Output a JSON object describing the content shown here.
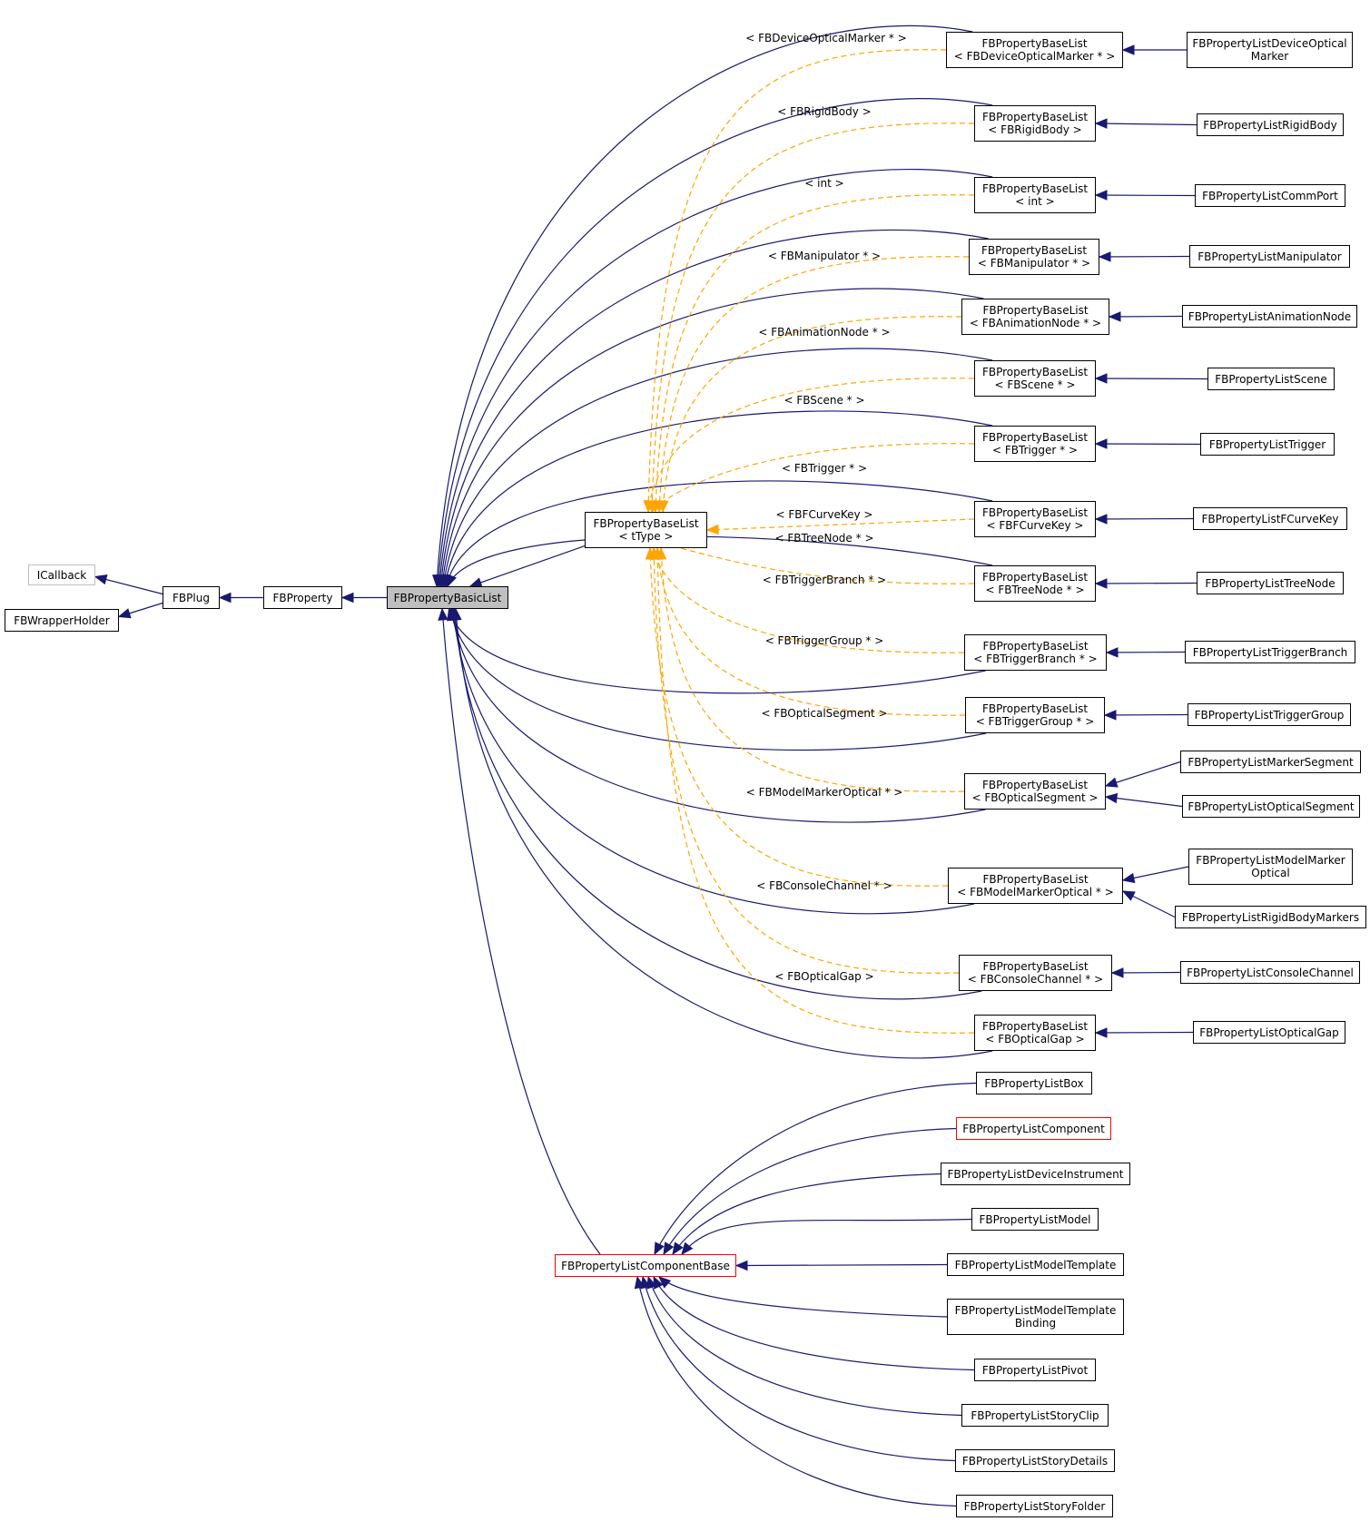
{
  "colors": {
    "inherit": "#191970",
    "template": "#ffa500",
    "red_border": "#ff0000",
    "gray_border": "#bfbfbf",
    "selected_fill": "#bfbfbf"
  },
  "nodes": {
    "icallback": "ICallback",
    "fbwrapperholder": "FBWrapperHolder",
    "fbplug": "FBPlug",
    "fbproperty": "FBProperty",
    "fbpropertybasiclist": "FBPropertyBasicList",
    "basetype": [
      "FBPropertyBaseList",
      "< tType >"
    ],
    "base_deviceopticalmarker": [
      "FBPropertyBaseList",
      "< FBDeviceOpticalMarker * >"
    ],
    "base_rigidbody": [
      "FBPropertyBaseList",
      "< FBRigidBody >"
    ],
    "base_int": [
      "FBPropertyBaseList",
      "< int >"
    ],
    "base_manipulator": [
      "FBPropertyBaseList",
      "< FBManipulator * >"
    ],
    "base_animationnode": [
      "FBPropertyBaseList",
      "< FBAnimationNode * >"
    ],
    "base_scene": [
      "FBPropertyBaseList",
      "< FBScene * >"
    ],
    "base_trigger": [
      "FBPropertyBaseList",
      "< FBTrigger * >"
    ],
    "base_fcurvekey": [
      "FBPropertyBaseList",
      "< FBFCurveKey >"
    ],
    "base_treenode": [
      "FBPropertyBaseList",
      "< FBTreeNode * >"
    ],
    "base_triggerbranch": [
      "FBPropertyBaseList",
      "< FBTriggerBranch * >"
    ],
    "base_triggergroup": [
      "FBPropertyBaseList",
      "< FBTriggerGroup * >"
    ],
    "base_opticalsegment": [
      "FBPropertyBaseList",
      "< FBOpticalSegment >"
    ],
    "base_modelmarkeroptical": [
      "FBPropertyBaseList",
      "< FBModelMarkerOptical * >"
    ],
    "base_consolechannel": [
      "FBPropertyBaseList",
      "< FBConsoleChannel * >"
    ],
    "base_opticalgap": [
      "FBPropertyBaseList",
      "< FBOpticalGap >"
    ],
    "list_deviceopticalmarker": [
      "FBPropertyListDeviceOptical",
      "Marker"
    ],
    "list_rigidbody": "FBPropertyListRigidBody",
    "list_commport": "FBPropertyListCommPort",
    "list_manipulator": "FBPropertyListManipulator",
    "list_animationnode": "FBPropertyListAnimationNode",
    "list_scene": "FBPropertyListScene",
    "list_trigger": "FBPropertyListTrigger",
    "list_fcurvekey": "FBPropertyListFCurveKey",
    "list_treenode": "FBPropertyListTreeNode",
    "list_triggerbranch": "FBPropertyListTriggerBranch",
    "list_triggergroup": "FBPropertyListTriggerGroup",
    "list_markersegment": "FBPropertyListMarkerSegment",
    "list_opticalsegment": "FBPropertyListOpticalSegment",
    "list_modelmarkeroptical": [
      "FBPropertyListModelMarker",
      "Optical"
    ],
    "list_rigidbodymarkers": "FBPropertyListRigidBodyMarkers",
    "list_consolechannel": "FBPropertyListConsoleChannel",
    "list_opticalgap": "FBPropertyListOpticalGap",
    "list_box": "FBPropertyListBox",
    "list_component": "FBPropertyListComponent",
    "list_deviceinstrument": "FBPropertyListDeviceInstrument",
    "list_model": "FBPropertyListModel",
    "list_modeltemplate": "FBPropertyListModelTemplate",
    "list_modeltemplatebinding": [
      "FBPropertyListModelTemplate",
      "Binding"
    ],
    "list_pivot": "FBPropertyListPivot",
    "list_storyclip": "FBPropertyListStoryClip",
    "list_storydetails": "FBPropertyListStoryDetails",
    "list_storyfolder": "FBPropertyListStoryFolder",
    "componentbase": "FBPropertyListComponentBase"
  },
  "edge_labels": {
    "deviceopticalmarker": "< FBDeviceOpticalMarker * >",
    "rigidbody": "< FBRigidBody >",
    "int": "< int >",
    "manipulator": "< FBManipulator * >",
    "animationnode": "< FBAnimationNode * >",
    "scene": "< FBScene * >",
    "trigger": "< FBTrigger * >",
    "fcurvekey": "< FBFCurveKey >",
    "treenode": "< FBTreeNode * >",
    "triggerbranch": "< FBTriggerBranch * >",
    "triggergroup": "< FBTriggerGroup * >",
    "opticalsegment": "< FBOpticalSegment >",
    "modelmarkeroptical": "< FBModelMarkerOptical * >",
    "consolechannel": "< FBConsoleChannel * >",
    "opticalgap": "< FBOpticalGap >"
  }
}
